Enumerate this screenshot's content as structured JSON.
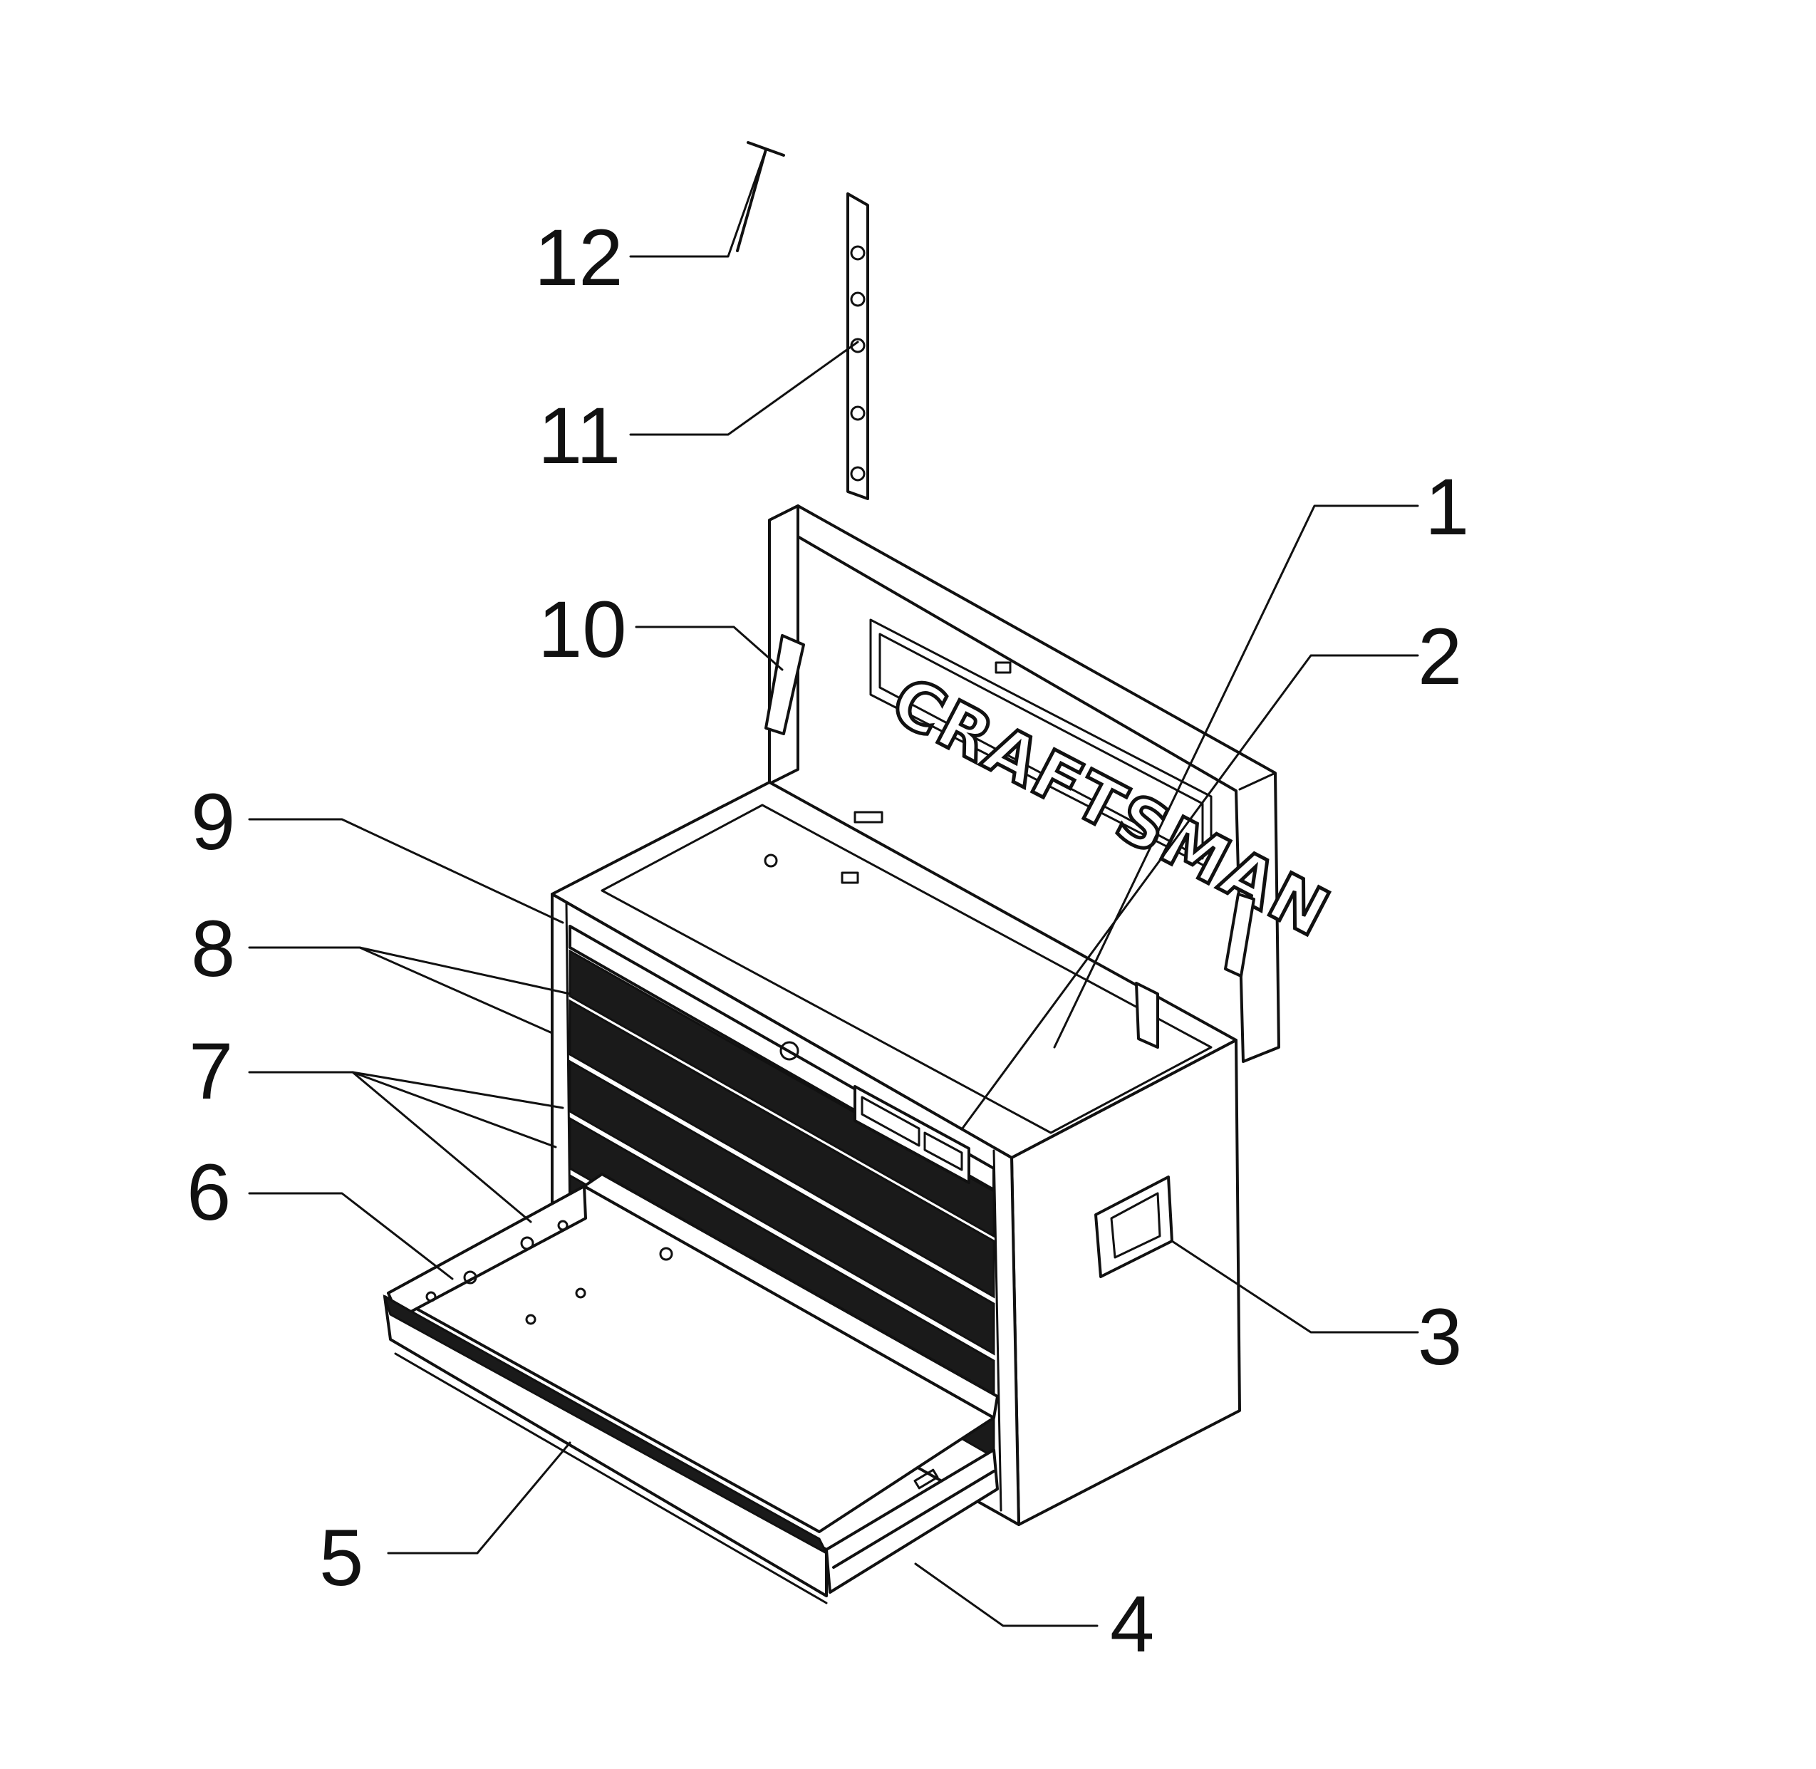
{
  "diagram": {
    "brand_lettering": "CRAFTSMAN",
    "callouts": [
      {
        "id": "1",
        "label": "1"
      },
      {
        "id": "2",
        "label": "2"
      },
      {
        "id": "3",
        "label": "3"
      },
      {
        "id": "4",
        "label": "4"
      },
      {
        "id": "5",
        "label": "5"
      },
      {
        "id": "6",
        "label": "6"
      },
      {
        "id": "7",
        "label": "7"
      },
      {
        "id": "8",
        "label": "8"
      },
      {
        "id": "9",
        "label": "9"
      },
      {
        "id": "10",
        "label": "10"
      },
      {
        "id": "11",
        "label": "11"
      },
      {
        "id": "12",
        "label": "12"
      }
    ]
  }
}
